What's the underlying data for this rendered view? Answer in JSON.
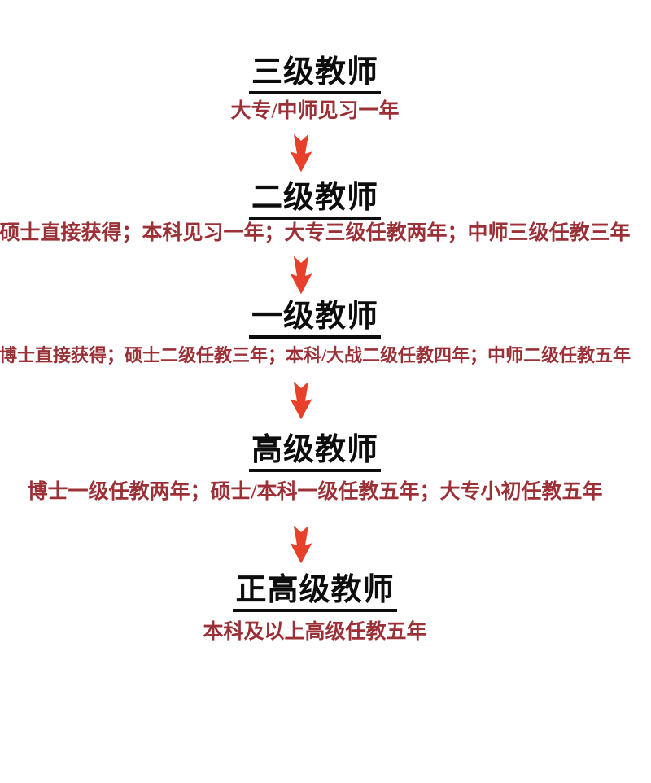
{
  "diagram": {
    "topic": "teacher-rank-progression"
  },
  "colors": {
    "background": "#ffffff",
    "title_text": "#0d0d0d",
    "requirement_text": "#9b3036",
    "arrow": "#e8412b"
  },
  "levels": [
    {
      "title": "三级教师",
      "requirements": "大专/中师见习一年"
    },
    {
      "title": "二级教师",
      "requirements": "硕士直接获得；本科见习一年；大专三级任教两年；中师三级任教三年"
    },
    {
      "title": "一级教师",
      "requirements": "博士直接获得；硕士二级任教三年；本科/大战二级任教四年；中师二级任教五年"
    },
    {
      "title": "高级教师",
      "requirements": "博士一级任教两年；硕士/本科一级任教五年；大专小初任教五年"
    },
    {
      "title": "正高级教师",
      "requirements": "本科及以上高级任教五年"
    }
  ]
}
